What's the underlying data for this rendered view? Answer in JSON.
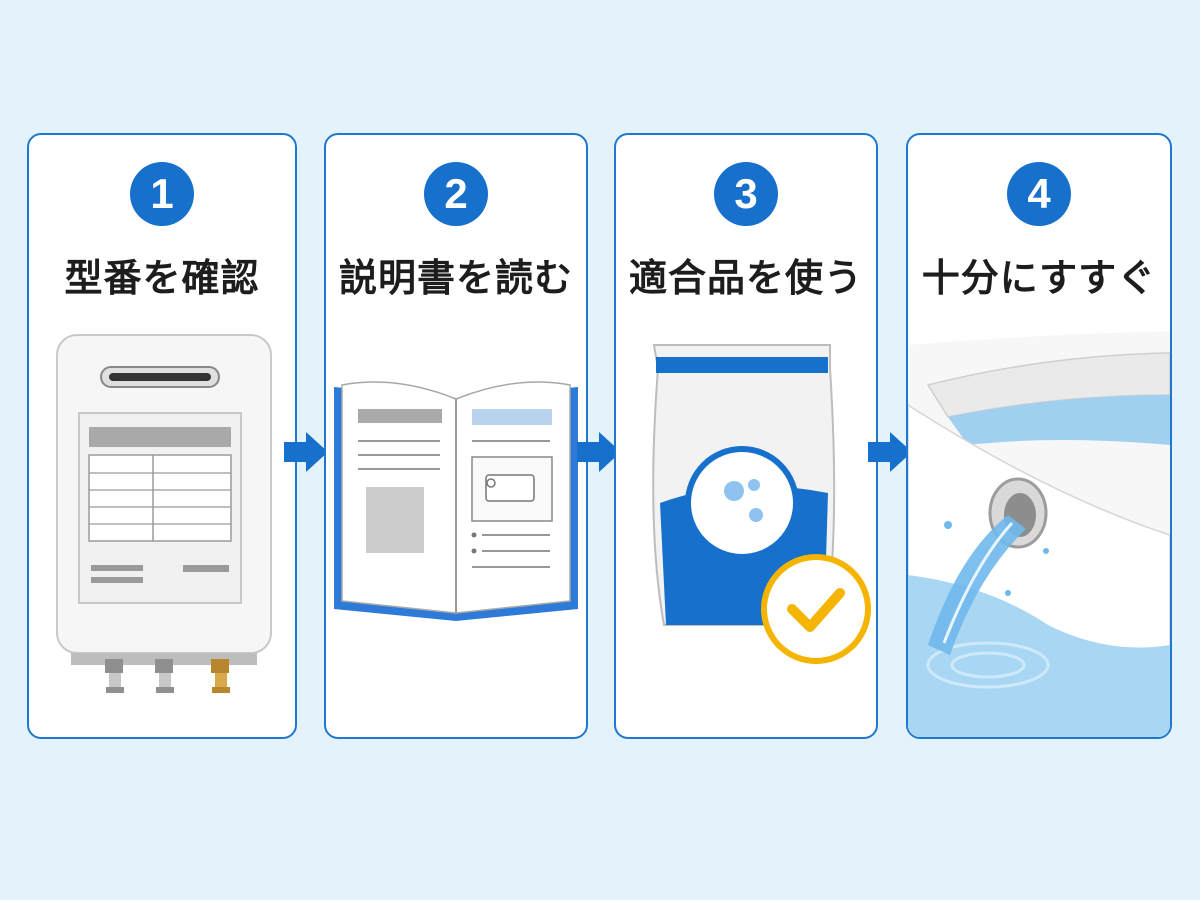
{
  "steps": [
    {
      "number": "1",
      "title": "型番を確認",
      "icon": "water-heater-icon"
    },
    {
      "number": "2",
      "title": "説明書を読む",
      "icon": "manual-book-icon"
    },
    {
      "number": "3",
      "title": "適合品を使う",
      "icon": "cleaner-pouch-icon"
    },
    {
      "number": "4",
      "title": "十分にすすぐ",
      "icon": "bathtub-rinse-icon"
    }
  ],
  "colors": {
    "background": "#e4f3fb",
    "accent": "#1670cc",
    "check": "#f4b400"
  }
}
